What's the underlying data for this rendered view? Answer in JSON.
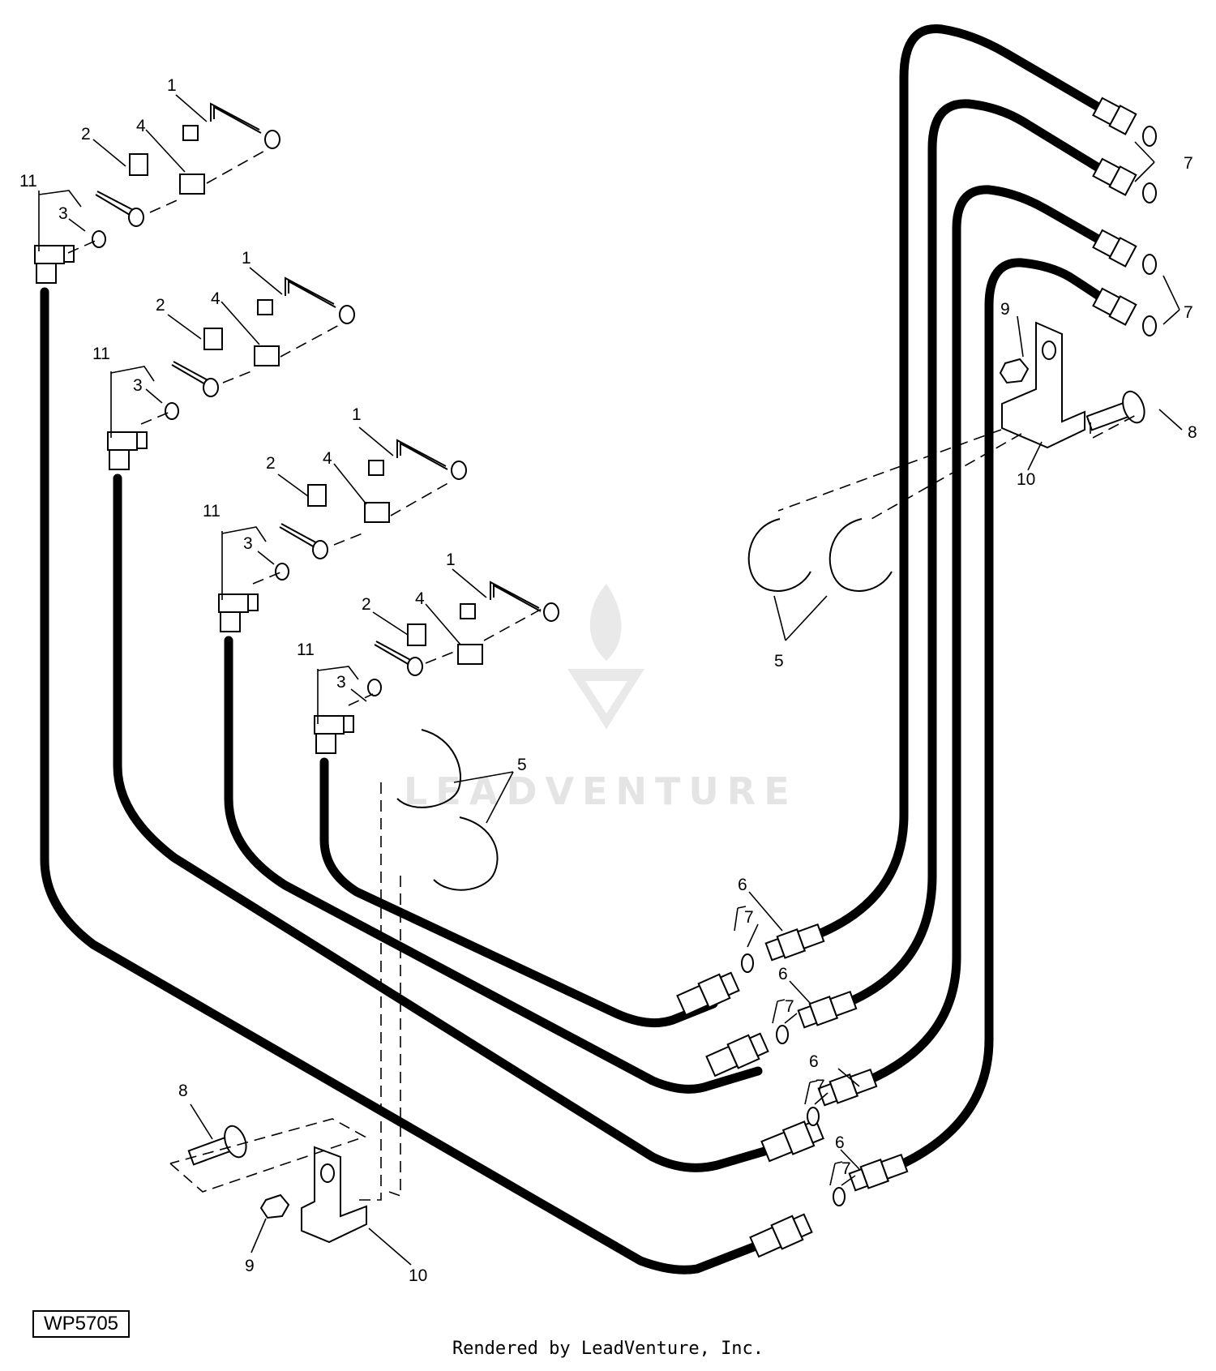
{
  "figure_code": "WP5705",
  "footer": "Rendered by LeadVenture, Inc.",
  "watermark": "LEADVENTURE",
  "callouts": {
    "c1": "1",
    "c2": "2",
    "c3": "3",
    "c4": "4",
    "c5": "5",
    "c6": "6",
    "c7": "7",
    "c8": "8",
    "c9": "9",
    "c10": "10",
    "c11": "11"
  }
}
